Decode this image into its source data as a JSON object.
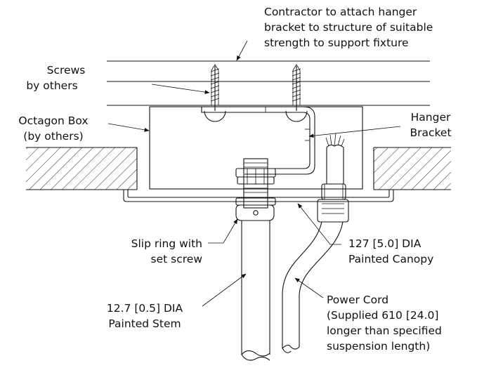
{
  "labels": {
    "contractor": [
      "Contractor to attach hanger",
      "bracket to structure of suitable",
      "strength to support fixture"
    ],
    "screws": [
      "Screws",
      "by others"
    ],
    "octagon": [
      "Octagon Box",
      "(by others)"
    ],
    "hanger": [
      "Hanger",
      "Bracket"
    ],
    "slip_ring": [
      "Slip ring with",
      "set screw"
    ],
    "canopy": [
      "127 [5.0] DIA",
      "Painted Canopy"
    ],
    "stem": [
      "12.7 [0.5] DIA",
      "Painted Stem"
    ],
    "power_cord": [
      "Power Cord",
      "(Supplied 610 [24.0]",
      "longer than specified",
      "suspension length)"
    ]
  },
  "colors": {
    "line": "#111111",
    "background": "#ffffff"
  }
}
